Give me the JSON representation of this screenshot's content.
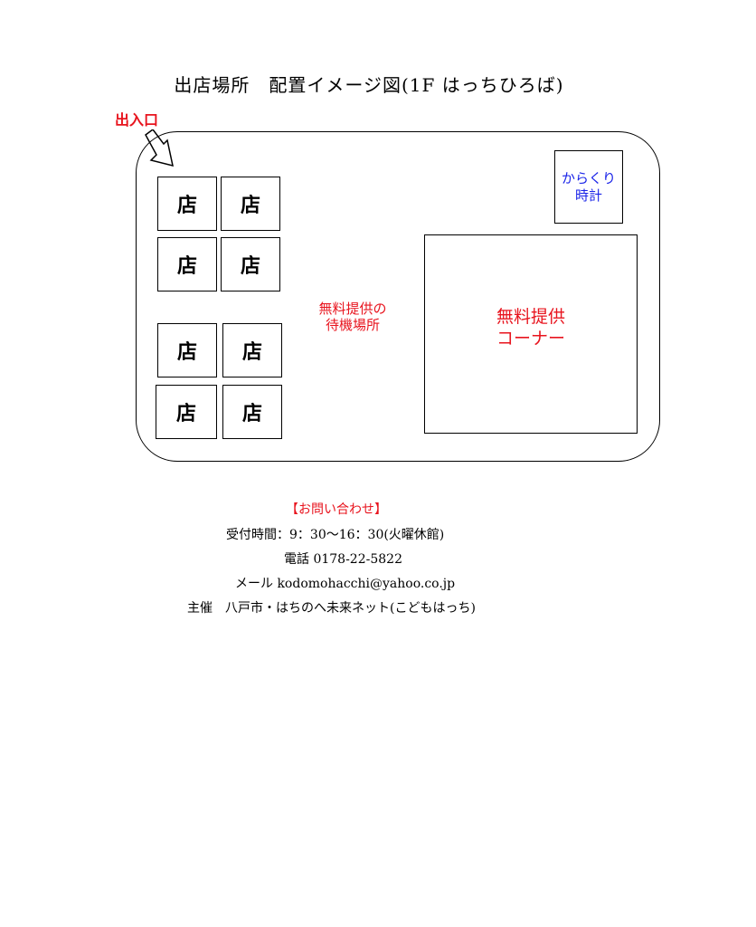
{
  "title": "出店場所　配置イメージ図(1F はっちひろば)",
  "map": {
    "entrance_label": "出入口",
    "stalls": [
      "店",
      "店",
      "店",
      "店",
      "店",
      "店",
      "店",
      "店"
    ],
    "clock": {
      "line1": "からくり",
      "line2": "時計"
    },
    "waiting_area": {
      "line1": "無料提供の",
      "line2": "待機場所"
    },
    "free_corner": {
      "line1": "無料提供",
      "line2": "コーナー"
    }
  },
  "contact": {
    "heading": "【お問い合わせ】",
    "hours": "受付時間：9：30〜16：30(火曜休館)",
    "phone": "電話  0178-22-5822",
    "email": "メール  kodomohacchi@yahoo.co.jp",
    "organizer": "主催　八戸市・はちのへ未来ネット(こどもはっち)"
  },
  "colors": {
    "red_text": "#e8141e",
    "blue_text": "#1a24e8"
  }
}
